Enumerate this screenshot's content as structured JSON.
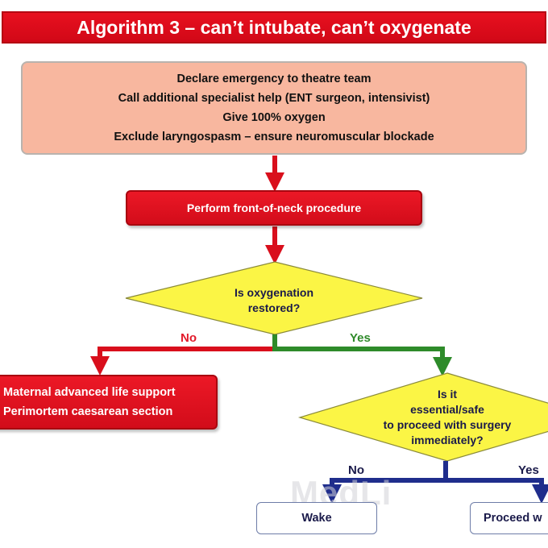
{
  "title": "Algorithm 3 – can’t intubate, can’t oxygenate",
  "initial_actions": [
    "Declare emergency to theatre team",
    "Call additional specialist help (ENT surgeon, intensivist)",
    "Give 100% oxygen",
    "Exclude laryngospasm – ensure neuromuscular blockade"
  ],
  "front_of_neck": "Perform front-of-neck procedure",
  "decision1": {
    "line1": "Is oxygenation",
    "line2": "restored?",
    "no_label": "No",
    "yes_label": "Yes"
  },
  "maternal": {
    "line1": "Maternal advanced life support",
    "line2": "Perimortem caesarean section"
  },
  "decision2": {
    "line1": "Is it",
    "line2": "essential/safe",
    "line3": "to proceed with surgery",
    "line4": "immediately?",
    "no_label": "No",
    "yes_label": "Yes"
  },
  "wake": "Wake",
  "proceed": "Proceed w",
  "watermark": "MedLi",
  "colors": {
    "red": "#d90f1c",
    "green": "#2e8b2a",
    "navy": "#1f2d8c",
    "yellow": "#fbf545",
    "peach": "#f8b79f"
  }
}
